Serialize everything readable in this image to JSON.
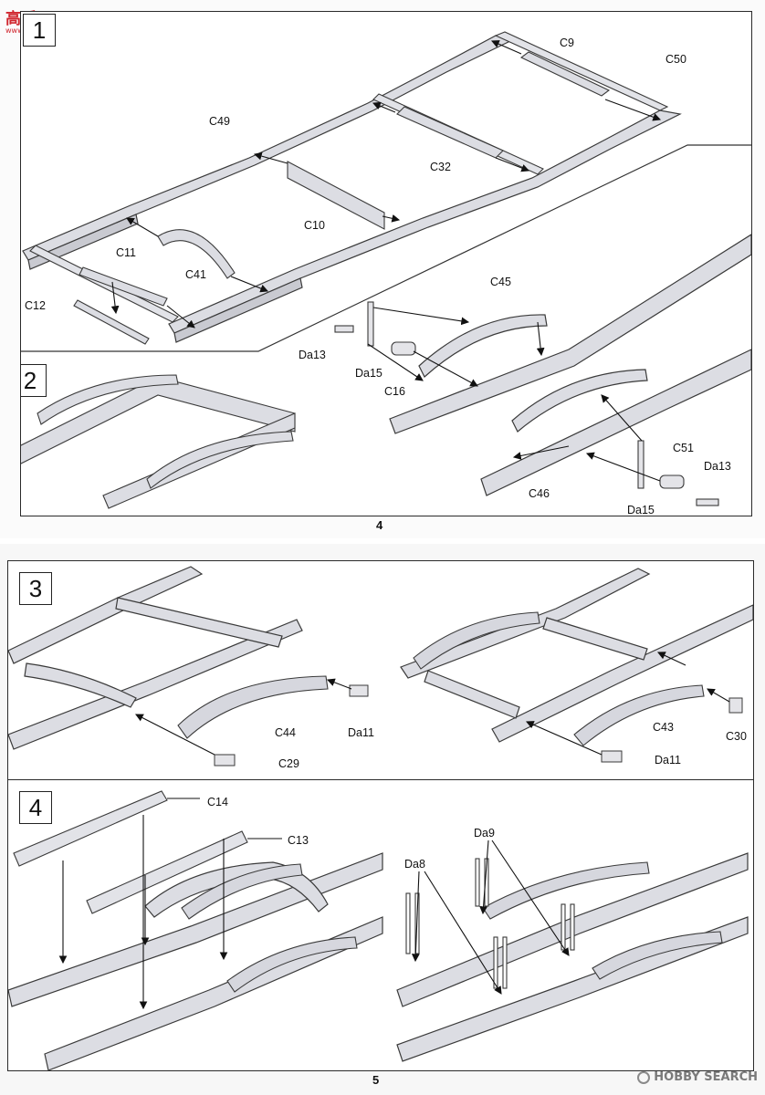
{
  "watermark": {
    "brand": "高手网",
    "url": "www.gaoshou.com"
  },
  "credit": {
    "text": "HOBBY SEARCH"
  },
  "page_top": {
    "page_number": "4",
    "step1": {
      "number": "1",
      "labels": {
        "c9": "C9",
        "c50": "C50",
        "c49": "C49",
        "c32": "C32",
        "c10": "C10",
        "c11": "C11",
        "c41": "C41",
        "c12": "C12"
      }
    },
    "step2": {
      "number": "2",
      "labels": {
        "c45": "C45",
        "da13a": "Da13",
        "da15a": "Da15",
        "c16": "C16",
        "c51": "C51",
        "da13b": "Da13",
        "c46": "C46",
        "da15b": "Da15"
      }
    }
  },
  "page_bottom": {
    "page_number": "5",
    "step3": {
      "number": "3",
      "labels": {
        "c44": "C44",
        "da11a": "Da11",
        "c29": "C29",
        "c43": "C43",
        "c30": "C30",
        "da11b": "Da11"
      }
    },
    "step4": {
      "number": "4",
      "labels": {
        "c14": "C14",
        "c13": "C13",
        "da9": "Da9",
        "da8": "Da8"
      }
    }
  },
  "colors": {
    "part_fill": "#dcdde3",
    "part_stroke": "#3a3a3a",
    "arrow": "#111111",
    "logo_red": "#d0262e"
  }
}
